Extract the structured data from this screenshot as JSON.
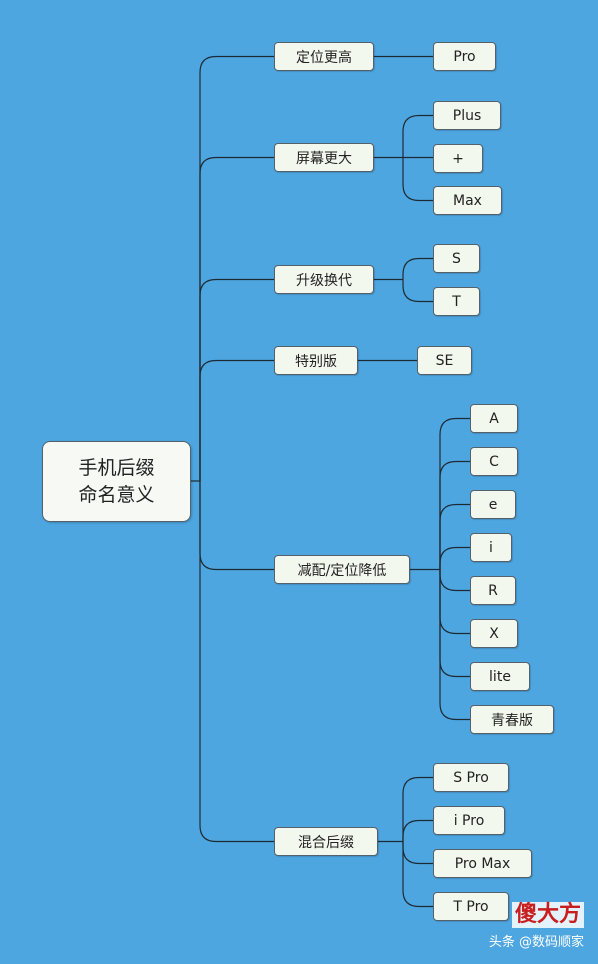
{
  "root": {
    "line1": "手机后缀",
    "line2": "命名意义"
  },
  "branches": [
    {
      "label": "定位更高",
      "children": [
        "Pro"
      ]
    },
    {
      "label": "屏幕更大",
      "children": [
        "Plus",
        "+",
        "Max"
      ]
    },
    {
      "label": "升级换代",
      "children": [
        "S",
        "T"
      ]
    },
    {
      "label": "特别版",
      "children": [
        "SE"
      ]
    },
    {
      "label": "减配/定位降低",
      "children": [
        "A",
        "C",
        "e",
        "i",
        "R",
        "X",
        "lite",
        "青春版"
      ]
    },
    {
      "label": "混合后缀",
      "children": [
        "S Pro",
        "i Pro",
        "Pro Max",
        "T Pro"
      ]
    }
  ],
  "watermark": {
    "logo": "傻大方",
    "byline": "头条 @数码顺家"
  },
  "colors": {
    "background": "#4ea6e0",
    "node_fill": "#f3f8ef",
    "line": "#1e2a33"
  }
}
